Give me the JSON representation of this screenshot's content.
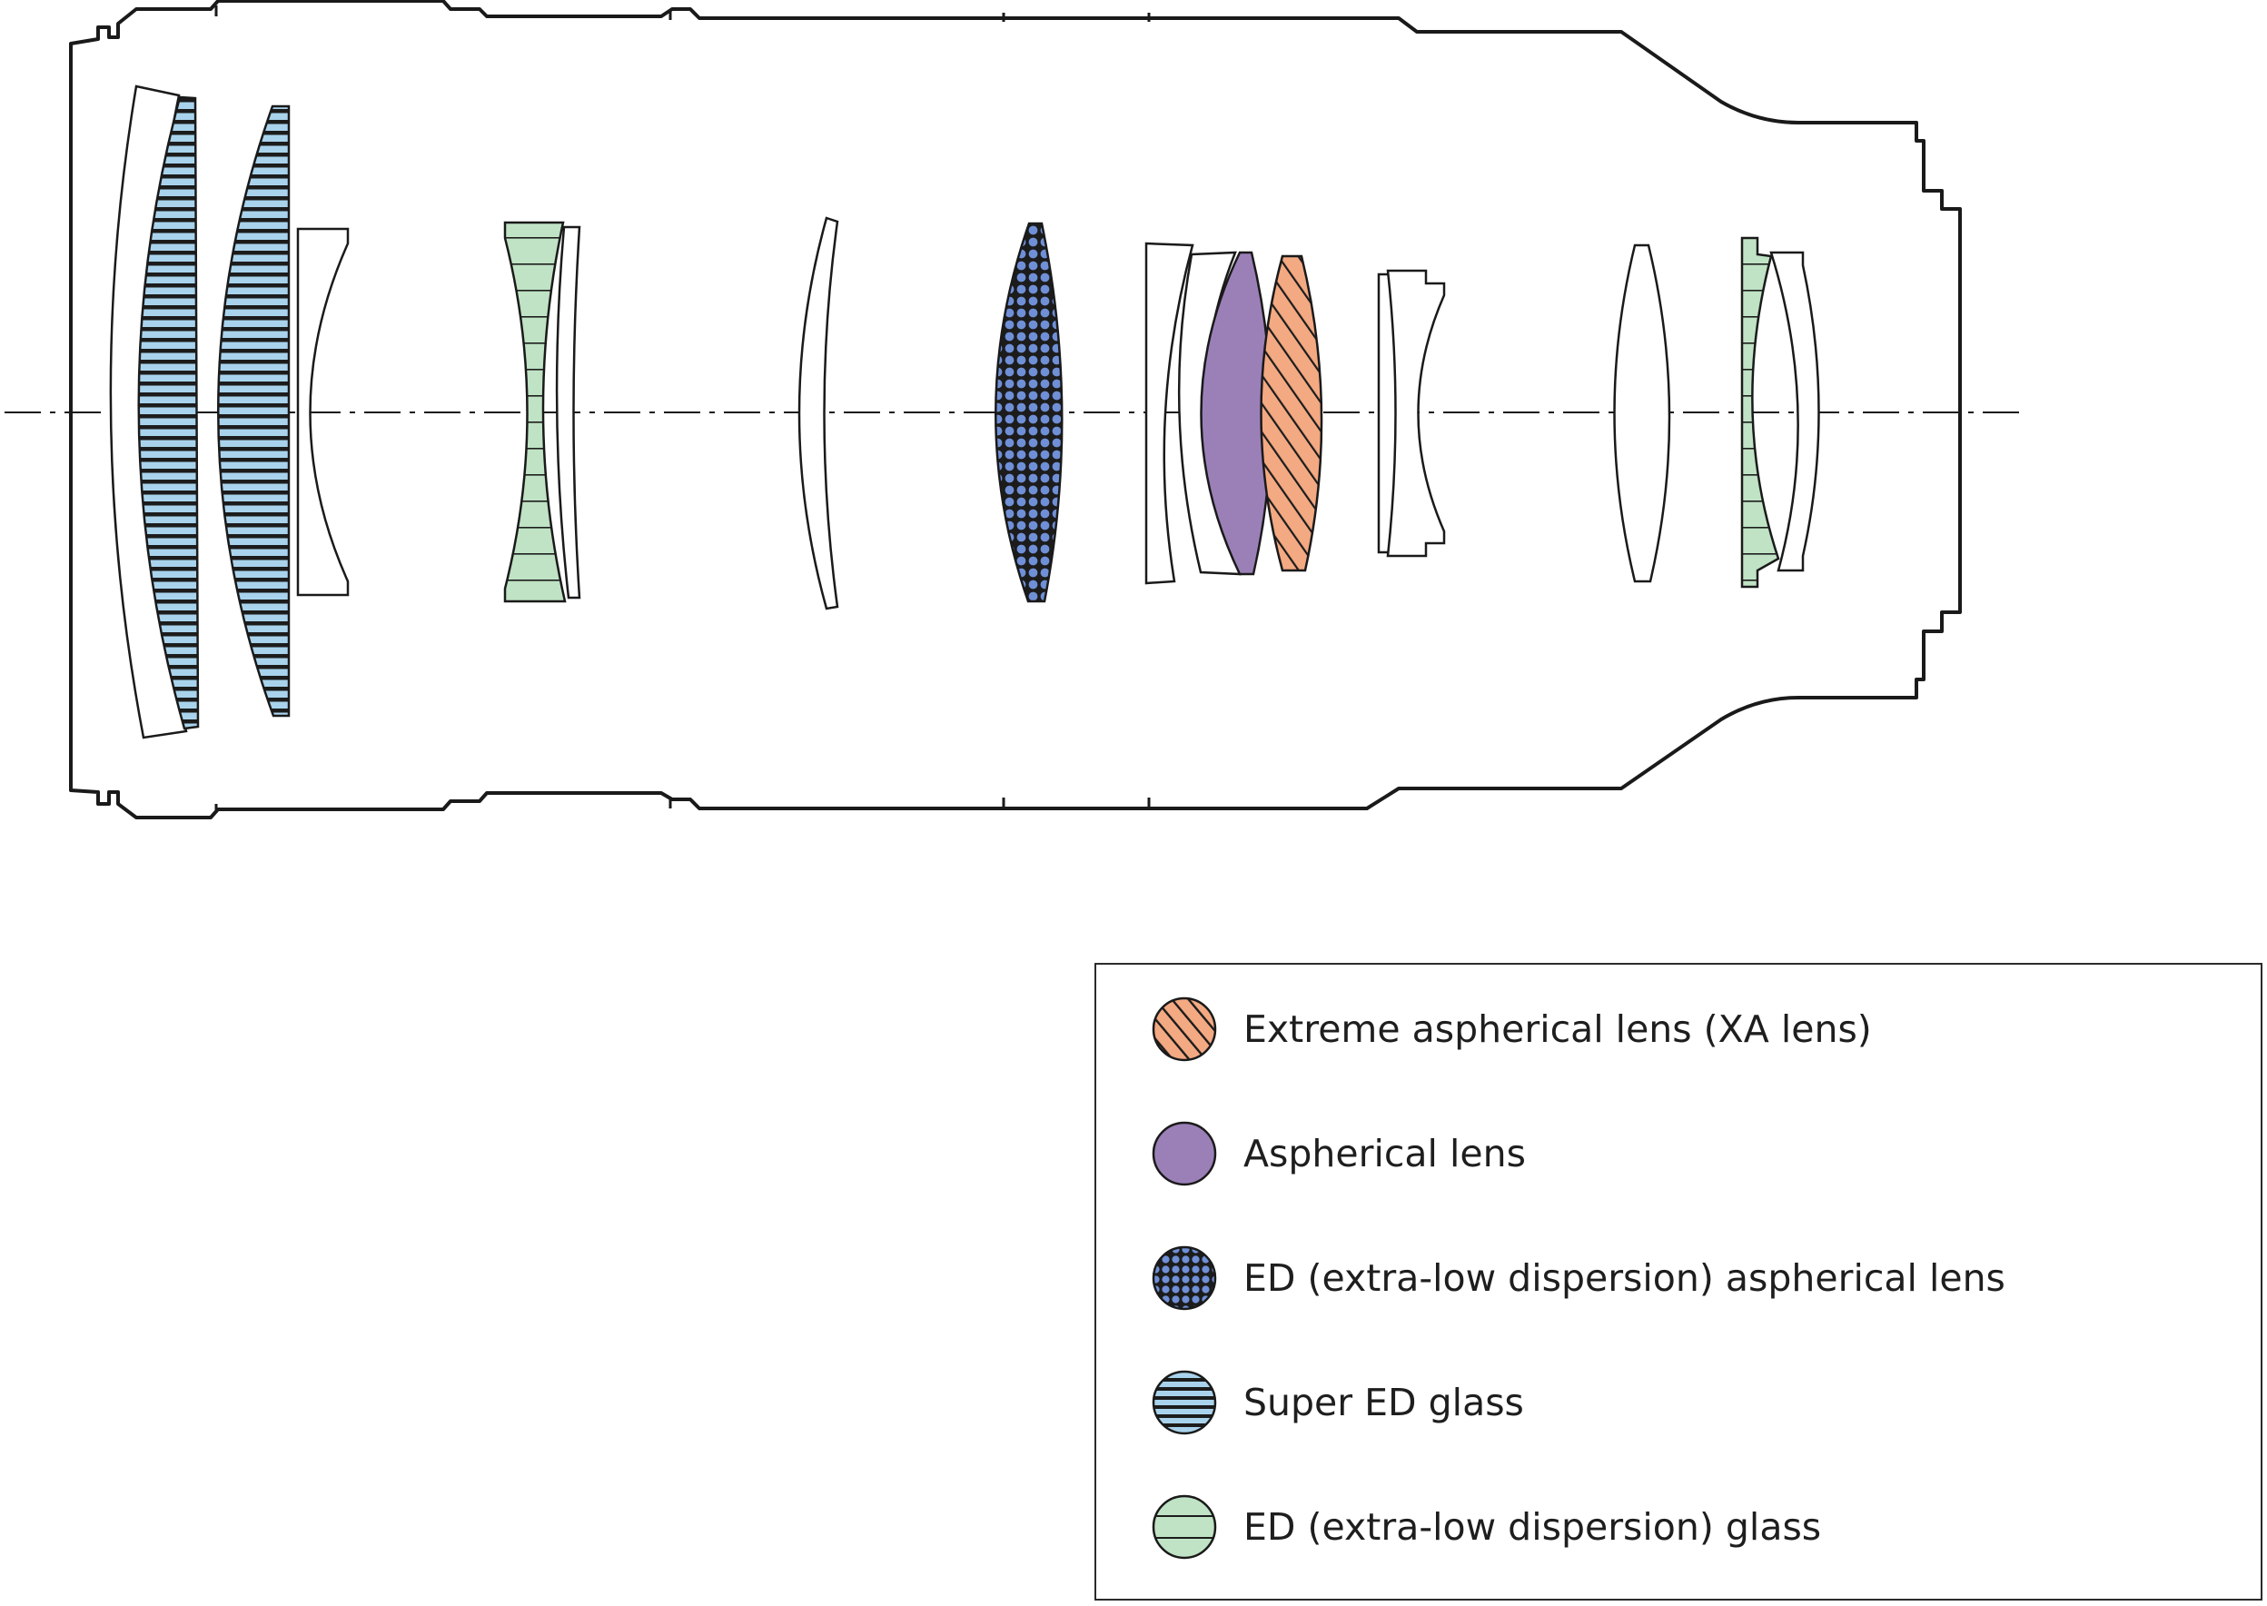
{
  "legend": {
    "items": [
      {
        "label": "Extreme aspherical lens (XA lens)",
        "type": "xa",
        "color": "#f3a982"
      },
      {
        "label": "Aspherical lens",
        "type": "asp",
        "color": "#9b80b8"
      },
      {
        "label": "ED (extra-low dispersion) aspherical lens",
        "type": "ed-asp",
        "color": "#6f8fd6"
      },
      {
        "label": "Super ED glass",
        "type": "super-ed",
        "color": "#a9d3ec"
      },
      {
        "label": "ED (extra-low dispersion) glass",
        "type": "ed",
        "color": "#bfe3c4"
      }
    ]
  },
  "colors": {
    "outline": "#1a1a1a",
    "xa_fill": "#f3a982",
    "asp_fill": "#9b80b8",
    "ed_asp_fill": "#6f8fd6",
    "super_ed_fill": "#a9d3ec",
    "ed_fill": "#bfe3c4"
  }
}
